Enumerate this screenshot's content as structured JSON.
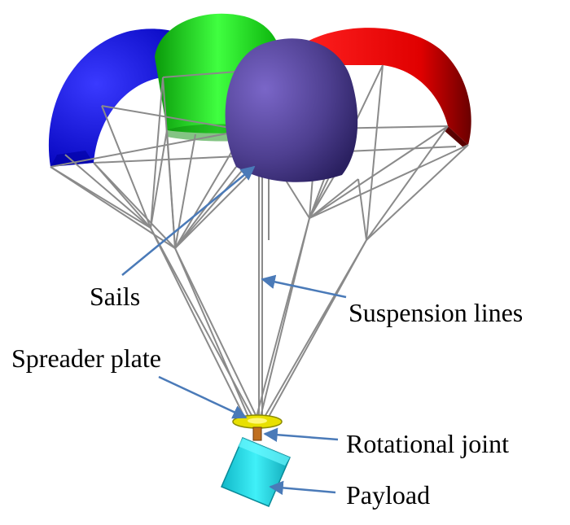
{
  "labels": {
    "sails": "Sails",
    "suspension_lines": "Suspension lines",
    "spreader_plate": "Spreader plate",
    "rotational_joint": "Rotational joint",
    "payload": "Payload"
  },
  "colors": {
    "canopy_blue": "#1010e0",
    "canopy_green": "#10c810",
    "canopy_red": "#e00808",
    "canopy_purple": "#5a4aa0",
    "lines": "#8a8a8a",
    "arrow": "#4a7ab8",
    "spreader_plate": "#e8e000",
    "payload": "#20d8e0"
  }
}
